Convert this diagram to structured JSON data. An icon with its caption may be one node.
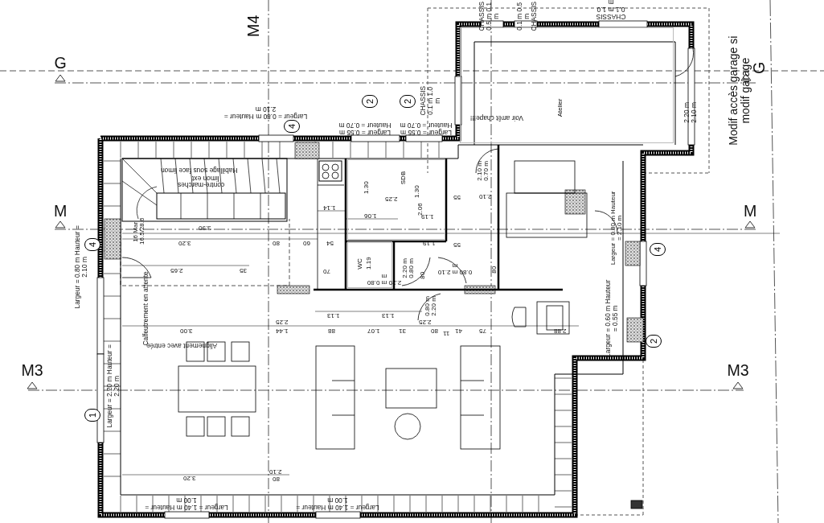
{
  "diagram": {
    "nodes": [
      {
        "text": [
          "Atelier"
        ]
      },
      {
        "text": [
          "2"
        ]
      },
      {
        "text": [
          "2"
        ]
      },
      {
        "text": [
          "4"
        ]
      },
      {
        "text": [
          "SDB"
        ]
      },
      {
        "text": [
          "4"
        ]
      },
      {
        "text": [
          "4"
        ]
      },
      {
        "text": [
          "WC"
        ]
      },
      {
        "text": [
          "2"
        ]
      },
      {
        "text": [
          "1"
        ]
      }
    ],
    "labels": [
      "M4",
      "CHASSIS 0.5 m 0.1 m",
      "0.1 m 0.5 m CHASSIS",
      "CHASSIS 0.1 m 1.0 m",
      "G",
      "G",
      "Modif accès garage si modif garage",
      "CHASSIS 0.1 m 1.0 m",
      "Largeur = 0.80 m Hauteur = 2.10 m",
      "2.20 m 2.10 m",
      "Largeur = 0.55 m Hauteur = 0.70 m",
      "Largeur = 0.55 m Hauteur = 0.70 m",
      "Voir arrêt chape!!!",
      "Habillage sous face limon",
      "limon ext",
      "contre-marches",
      "2.10 m 0.70 m",
      "1.30",
      "1.30",
      "2.25",
      "55",
      "2.10",
      "1.14",
      "2.06",
      "1.06",
      "1.19",
      "M",
      "M",
      "3.90",
      "16 Mar 16.5/28.6",
      "Largeur = 0.80 m Hauteur = 2.10 m",
      "3.20",
      "80",
      "60",
      "54",
      "1.19",
      "55",
      "Largeur = 0.80 m Hauteur = 2.10 m",
      "1.19",
      "2.65",
      "35",
      "70",
      "2.20 m 0.80 m",
      "2.20 m 0.80 m",
      "80",
      "0.80 m 2.10 m",
      "80",
      "Calfeutrement en attente",
      "0.80 m 2.20 m",
      "1.13",
      "1.13",
      "2.25",
      "2.25",
      "3.00",
      "1.44",
      "88",
      "1.07",
      "31",
      "80",
      "11",
      "41",
      "75",
      "2.88",
      "Largeur = 0.60 m Hauteur = 0.55 m",
      "Alignement avec entrée",
      "M3",
      "M3",
      "Largeur = 2.20 m Hauteur = 2.20 m",
      "2.10",
      "3.20",
      "80",
      "Largeur = 1.40 m Hauteur = 1.00 m",
      "Largeur = 1.40 m Hauteur = 1.00 m"
    ]
  }
}
